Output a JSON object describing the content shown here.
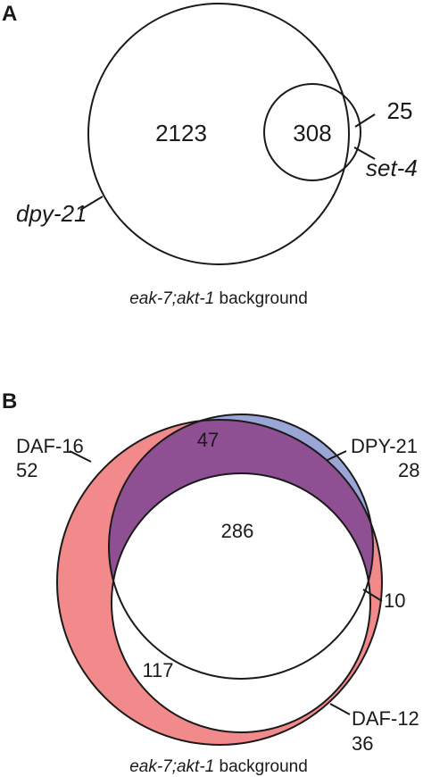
{
  "panel_a": {
    "letter": "A",
    "count_dpy21_only": "2123",
    "count_overlap": "308",
    "count_set4_only": "25",
    "label_set4": "set-4",
    "label_dpy21": "dpy-21",
    "caption_genotype": "eak-7;akt-1",
    "caption_suffix": " background"
  },
  "panel_b": {
    "letter": "B",
    "label_daf16": "DAF-16",
    "count_daf16_only": "52",
    "count_daf16_dpy21": "47",
    "label_dpy21": "DPY-21",
    "count_dpy21_only": "28",
    "count_center": "286",
    "count_dpy21_daf12": "10",
    "count_daf16_daf12": "117",
    "label_daf12": "DAF-12",
    "count_daf12_only": "36",
    "caption_genotype": "eak-7;akt-1",
    "caption_suffix": " background",
    "colors": {
      "daf16": "#f28a8c",
      "dpy21": "#9aa6d6",
      "daf16_dpy21_overlap": "#8e4f93"
    }
  }
}
